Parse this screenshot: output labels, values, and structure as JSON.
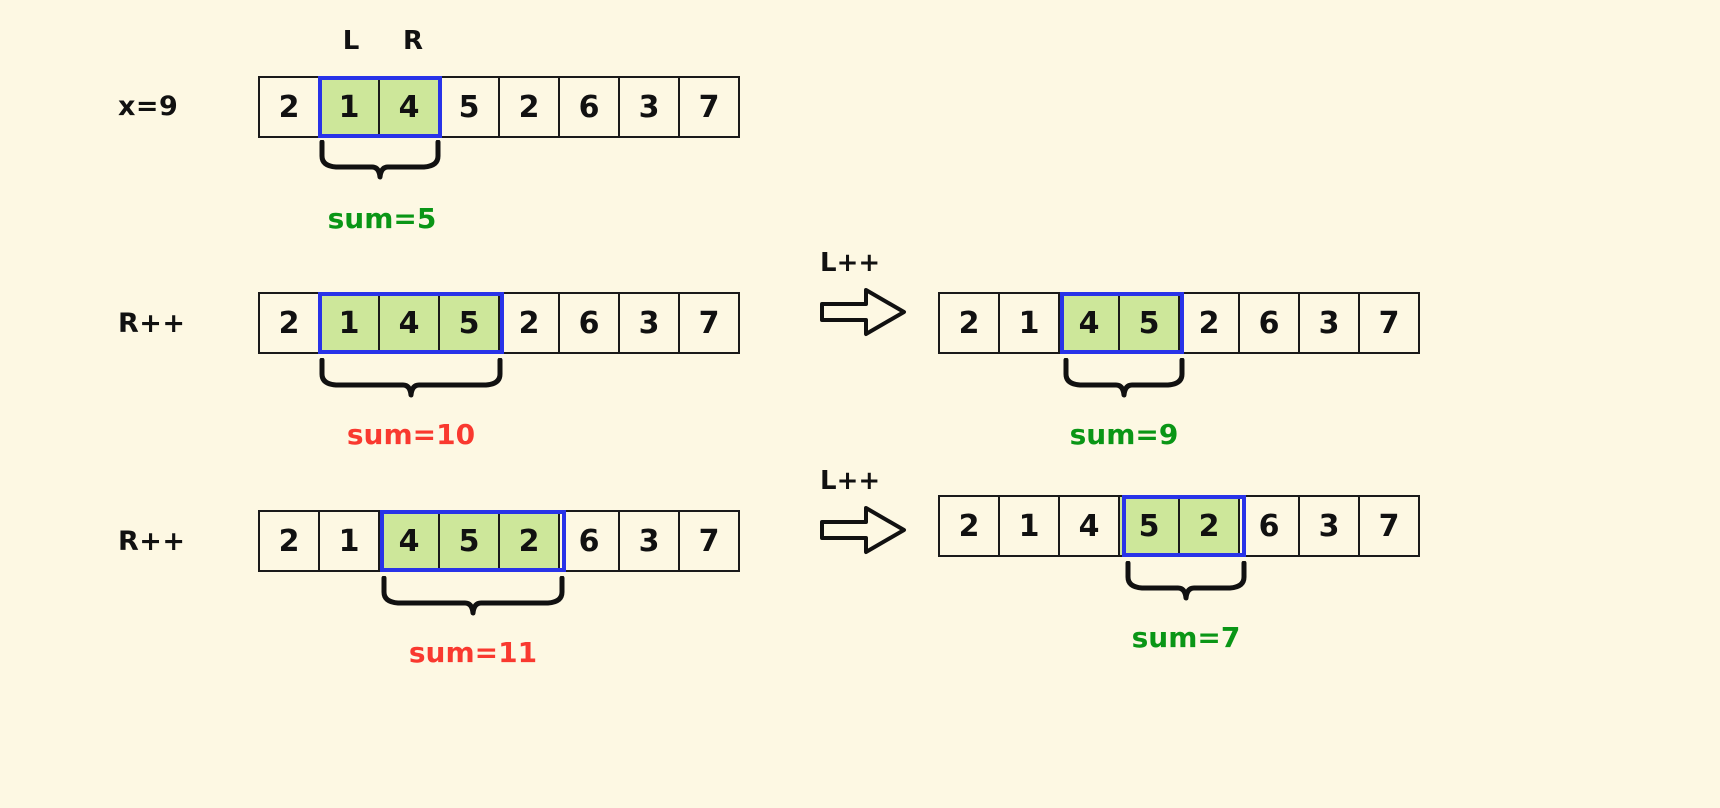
{
  "diagram": {
    "title_concept": "sliding-window two-pointer sum search",
    "target_label": "x=9",
    "pointer_labels": {
      "left": "L",
      "right": "R"
    },
    "step_labels": {
      "advance_right": "R++",
      "advance_left": "L++"
    },
    "colors": {
      "background": "#fdf8e3",
      "cell_border": "#1a1a1a",
      "highlight_fill": "#cde79a",
      "window_outline": "#2833e8",
      "sum_ok": "#0a9616",
      "sum_over": "#f9392f",
      "text": "#111111"
    },
    "rows": [
      {
        "id": "row-1",
        "label": "x=9",
        "left_panel": {
          "values": [
            "2",
            "1",
            "4",
            "5",
            "2",
            "6",
            "3",
            "7"
          ],
          "window_start": 1,
          "window_end": 2,
          "pointers": {
            "L_index": 1,
            "R_index": 2
          },
          "sum_text": "sum=5",
          "sum_state": "ok"
        },
        "arrow": null,
        "right_panel": null
      },
      {
        "id": "row-2",
        "label": "R++",
        "left_panel": {
          "values": [
            "2",
            "1",
            "4",
            "5",
            "2",
            "6",
            "3",
            "7"
          ],
          "window_start": 1,
          "window_end": 3,
          "pointers": null,
          "sum_text": "sum=10",
          "sum_state": "over"
        },
        "arrow": {
          "label": "L++",
          "icon": "right-arrow-outline-icon"
        },
        "right_panel": {
          "values": [
            "2",
            "1",
            "4",
            "5",
            "2",
            "6",
            "3",
            "7"
          ],
          "window_start": 2,
          "window_end": 3,
          "pointers": null,
          "sum_text": "sum=9",
          "sum_state": "ok"
        }
      },
      {
        "id": "row-3",
        "label": "R++",
        "left_panel": {
          "values": [
            "2",
            "1",
            "4",
            "5",
            "2",
            "6",
            "3",
            "7"
          ],
          "window_start": 2,
          "window_end": 4,
          "pointers": null,
          "sum_text": "sum=11",
          "sum_state": "over"
        },
        "arrow": {
          "label": "L++",
          "icon": "right-arrow-outline-icon"
        },
        "right_panel": {
          "values": [
            "2",
            "1",
            "4",
            "5",
            "2",
            "6",
            "3",
            "7"
          ],
          "window_start": 3,
          "window_end": 4,
          "pointers": null,
          "sum_text": "sum=7",
          "sum_state": "ok"
        }
      }
    ]
  }
}
